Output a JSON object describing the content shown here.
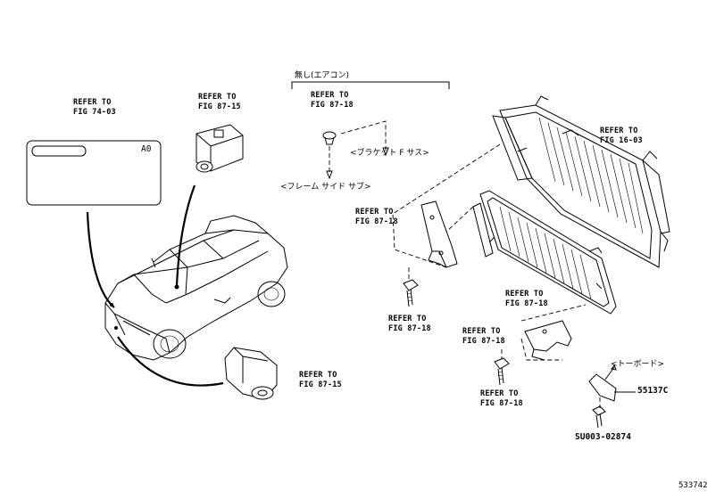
{
  "refs": {
    "fig_74_03": {
      "line1": "REFER TO",
      "line2": "FIG 74-03"
    },
    "fig_87_15_top": {
      "line1": "REFER TO",
      "line2": "FIG 87-15"
    },
    "fig_87_18_clip": {
      "line1": "REFER TO",
      "line2": "FIG 87-18"
    },
    "fig_16_03": {
      "line1": "REFER TO",
      "line2": "FIG 16-03"
    },
    "fig_87_18_bracket_left": {
      "line1": "REFER TO",
      "line2": "FIG 87-18"
    },
    "fig_87_18_bolt_left": {
      "line1": "REFER TO",
      "line2": "FIG 87-18"
    },
    "fig_87_18_condenser": {
      "line1": "REFER TO",
      "line2": "FIG 87-18"
    },
    "fig_87_18_bracket_lower": {
      "line1": "REFER TO",
      "line2": "FIG 87-18"
    },
    "fig_87_18_bolt_lower": {
      "line1": "REFER TO",
      "line2": "FIG 87-18"
    },
    "fig_87_15_bottom": {
      "line1": "REFER TO",
      "line2": "FIG 87-15"
    }
  },
  "notes": {
    "no_aircon": "無し(エアコン)",
    "bracket_f_sub": "<ブラケット F サス>",
    "frame_side_sub": "<フレーム サイド サブ>",
    "toe_board": "<トーボード>"
  },
  "label_plate": {
    "code": "A0"
  },
  "parts": {
    "p55137c": "55137C",
    "su0003": "SU003-02874"
  },
  "figure_number": "533742"
}
